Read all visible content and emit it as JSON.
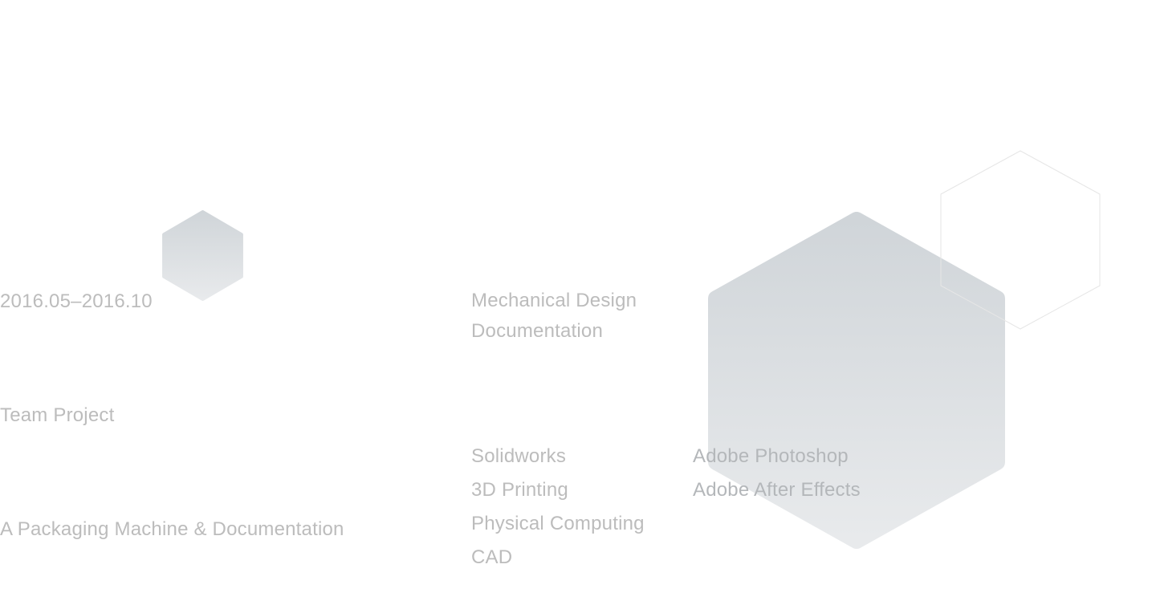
{
  "project": {
    "date": "2016.05–2016.10",
    "type": "Team Project",
    "title": "A Packaging Machine & Documentation"
  },
  "roles": [
    "Mechanical Design",
    "Documentation"
  ],
  "skills": [
    "Solidworks",
    "3D Printing",
    "Physical Computing",
    "CAD"
  ],
  "tools": [
    "Adobe Photoshop",
    "Adobe After Effects"
  ],
  "colors": {
    "text": "#bcbcbc",
    "hex_fill_top": "#d0d5d9",
    "hex_fill_bottom": "#e8eaec",
    "hex_outline": "#e6e6e6"
  }
}
